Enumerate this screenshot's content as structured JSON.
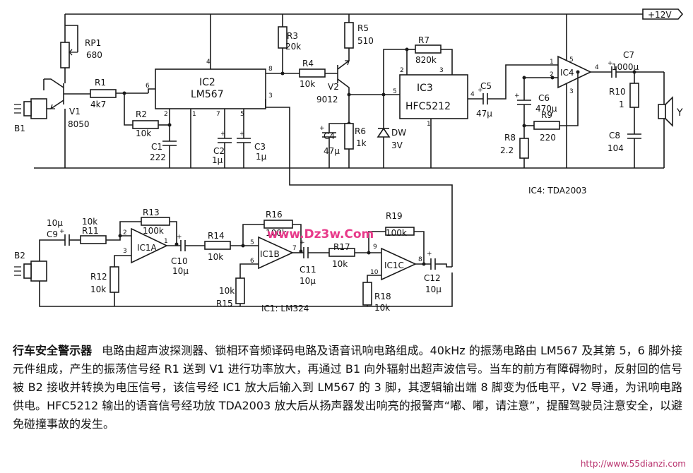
{
  "diagram": {
    "supply": "+12V",
    "ic4_note": "IC4: TDA2003",
    "ic1_note": "IC1: LM324",
    "watermark": "www.Dz3w.Com",
    "components": {
      "RP1": {
        "name": "RP1",
        "value": "680"
      },
      "R1": {
        "name": "R1",
        "value": "4k7"
      },
      "R2": {
        "name": "R2",
        "value": "10k"
      },
      "R3": {
        "name": "R3",
        "value": "20k"
      },
      "R4": {
        "name": "R4",
        "value": "10k"
      },
      "R5": {
        "name": "R5",
        "value": "510"
      },
      "R6": {
        "name": "R6",
        "value": "1k"
      },
      "R7": {
        "name": "R7",
        "value": "820k"
      },
      "R8": {
        "name": "R8",
        "value": "2.2"
      },
      "R9": {
        "name": "R9",
        "value": "220"
      },
      "R10": {
        "name": "R10",
        "value": "1"
      },
      "R11": {
        "name": "R11",
        "value": "10k"
      },
      "R12": {
        "name": "R12",
        "value": "10k"
      },
      "R13": {
        "name": "R13",
        "value": "100k"
      },
      "R14": {
        "name": "R14",
        "value": "10k"
      },
      "R15": {
        "name": "R15",
        "value": "10k"
      },
      "R16": {
        "name": "R16",
        "value": "100k"
      },
      "R17": {
        "name": "R17",
        "value": "10k"
      },
      "R18": {
        "name": "R18",
        "value": "10k"
      },
      "R19": {
        "name": "R19",
        "value": "100k"
      },
      "C1": {
        "name": "C1",
        "value": "222"
      },
      "C2": {
        "name": "C2",
        "value": "1μ"
      },
      "C3": {
        "name": "C3",
        "value": "1μ"
      },
      "C4": {
        "name": "C4",
        "value": "47μ"
      },
      "C5": {
        "name": "C5",
        "value": "47μ"
      },
      "C6": {
        "name": "C6",
        "value": "470μ"
      },
      "C7": {
        "name": "C7",
        "value": "1000μ"
      },
      "C8": {
        "name": "C8",
        "value": "104"
      },
      "C9": {
        "name": "C9",
        "value": "10μ"
      },
      "C10": {
        "name": "C10",
        "value": "10μ"
      },
      "C11": {
        "name": "C11",
        "value": "10μ"
      },
      "C12": {
        "name": "C12",
        "value": "10μ"
      },
      "V1": {
        "name": "V1",
        "value": "8050"
      },
      "V2": {
        "name": "V2",
        "value": "9012"
      },
      "DW": {
        "name": "DW",
        "value": "3V"
      },
      "IC2": {
        "name": "IC2",
        "value": "LM567"
      },
      "IC3": {
        "name": "IC3",
        "value": "HFC5212"
      },
      "IC4": {
        "name": "IC4"
      },
      "IC1A": {
        "name": "IC1A"
      },
      "IC1B": {
        "name": "IC1B"
      },
      "IC1C": {
        "name": "IC1C"
      },
      "B1": {
        "name": "B1"
      },
      "B2": {
        "name": "B2"
      },
      "Y": {
        "name": "Y"
      }
    },
    "pins": {
      "ic2_p2": "2",
      "ic2_p1": "1",
      "ic2_p7": "7",
      "ic2_p5": "5",
      "ic2_p6": "6",
      "ic2_p4": "4",
      "ic2_p8": "8",
      "ic2_p3": "3",
      "ic3_p2": "2",
      "ic3_p3": "3",
      "ic3_p5": "5",
      "ic3_p4": "4",
      "ic3_p1": "1",
      "ic4_p1": "1",
      "ic4_p2": "2",
      "ic4_p3": "3",
      "ic4_p4": "4",
      "ic4_p5": "5",
      "ic1a_p2": "2",
      "ic1a_p3": "3",
      "ic1a_p1": "1",
      "ic1b_p5": "5",
      "ic1b_p6": "6",
      "ic1b_p7": "7",
      "ic1c_p9": "9",
      "ic1c_p10": "10",
      "ic1c_p8": "8"
    }
  },
  "caption": {
    "title": "行车安全警示器",
    "body": "电路由超声波探测器、锁相环音频译码电路及语音讯响电路组成。40kHz 的振荡电路由 LM567 及其第 5，6 脚外接元件组成，产生的振荡信号经 R1 送到 V1 进行功率放大，再通过 B1 向外辐射出超声波信号。当车的前方有障碍物时，反射回的信号被 B2 接收并转换为电压信号，该信号经 IC1 放大后输入到 LM567 的 3 脚，其逻辑输出端 8 脚变为低电平，V2 导通，为讯响电路供电。HFC5212 输出的语音信号经功放 TDA2003 放大后从扬声器发出响亮的报警声“嘟、嘟，请注意”，提醒驾驶员注意安全，以避免碰撞事故的发生。"
  },
  "footer": {
    "site": "http://www.55dianzi.com"
  }
}
